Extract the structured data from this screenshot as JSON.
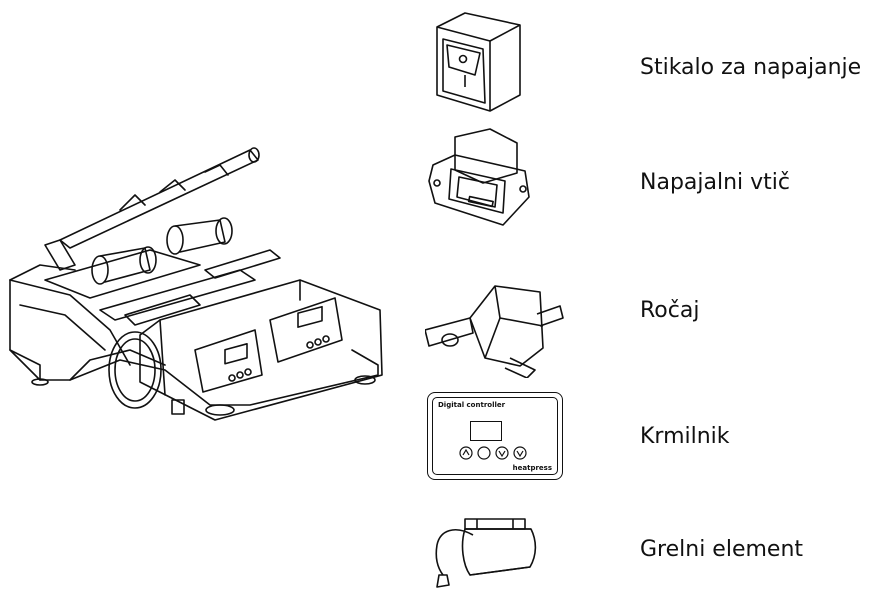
{
  "parts": [
    {
      "id": "power-switch",
      "label": "Stikalo za napajanje"
    },
    {
      "id": "power-socket",
      "label": "Napajalni vtič"
    },
    {
      "id": "handle",
      "label": "Ročaj"
    },
    {
      "id": "controller",
      "label": "Krmilnik",
      "panel_title": "Digital controller",
      "panel_brand": "heatpress"
    },
    {
      "id": "heating-element",
      "label": "Grelni element"
    }
  ]
}
